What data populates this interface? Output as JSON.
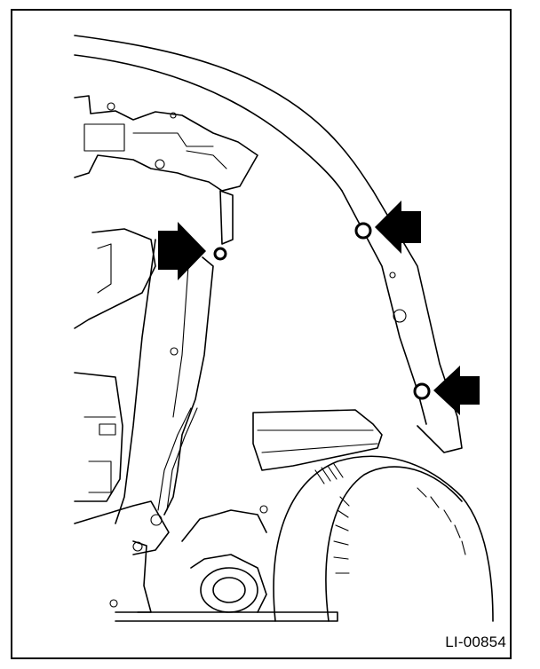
{
  "figure": {
    "id_label": "LI-00854"
  },
  "callouts": [
    {
      "name": "clip-upper-left",
      "icon": "arrow-right-icon"
    },
    {
      "name": "clip-upper-right",
      "icon": "arrow-left-icon"
    },
    {
      "name": "clip-lower-right",
      "icon": "arrow-left-icon"
    }
  ],
  "colors": {
    "line": "#000000",
    "background": "#ffffff"
  }
}
